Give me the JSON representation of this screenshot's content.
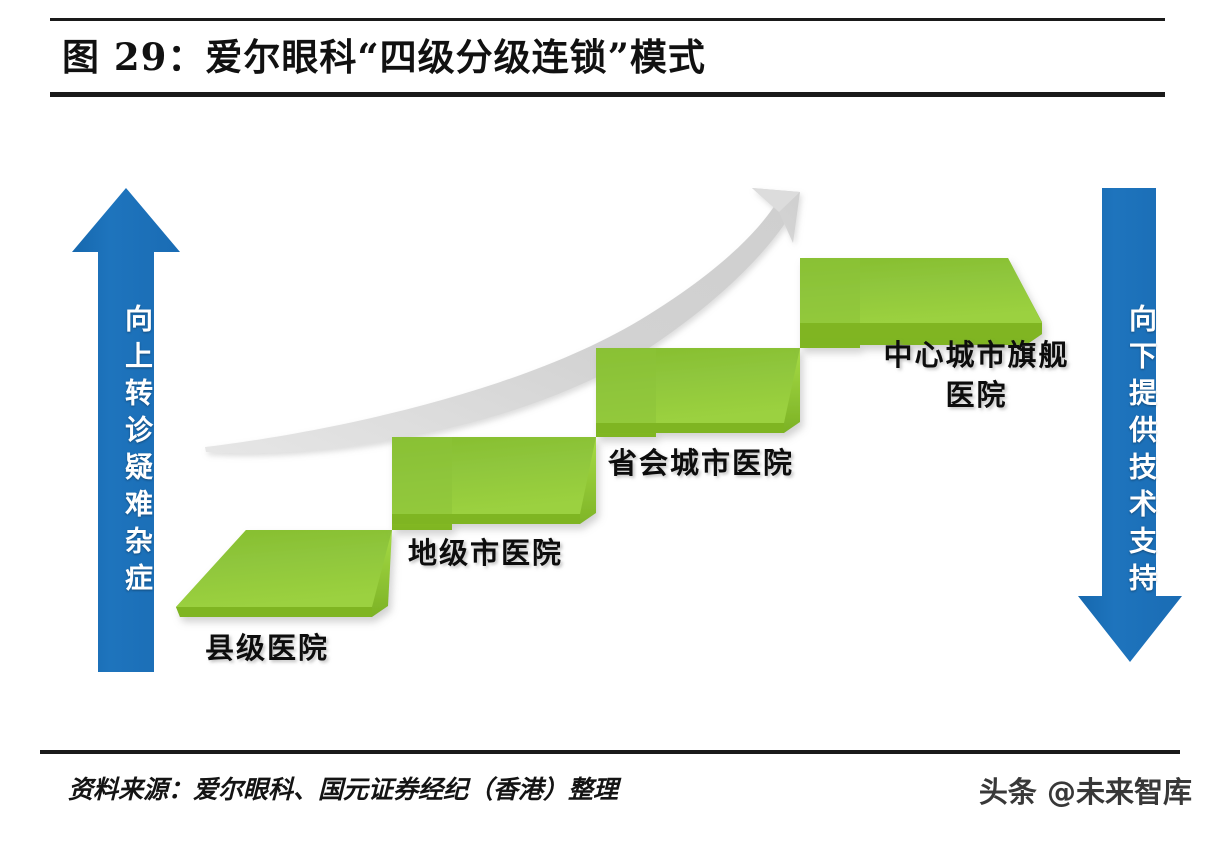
{
  "figure": {
    "title": "图 29：爱尔眼科“四级分级连锁”模式",
    "source": "资料来源：爱尔眼科、国元证券经纪（香港）整理",
    "watermark": "头条 @未来智库"
  },
  "colors": {
    "arrow_blue": "#1C6FB8",
    "arrow_blue_dark": "#145A9A",
    "step_green_top": "#8DC63F",
    "step_green_top_dark": "#76AE28",
    "step_green_face": "#9ACD32",
    "step_green_side": "#6FA81F",
    "growth_arrow_gray": "#D3D3D3",
    "rule_black": "#1A1A1A",
    "label_text": "#0D0D0D",
    "arrow_label_text": "#FFFFFF"
  },
  "left_arrow": {
    "name": "upward-referral-arrow",
    "direction": "up",
    "label": "向上转诊疑难杂症"
  },
  "right_arrow": {
    "name": "downward-support-arrow",
    "direction": "down",
    "label": "向下提供技术支持"
  },
  "growth_arrow": {
    "name": "growth-curve-arrow",
    "direction": "up-right",
    "label": ""
  },
  "chart_data": {
    "type": "bar",
    "title": "图 29：爱尔眼科“四级分级连锁”模式",
    "subtitle": "",
    "xlabel": "",
    "ylabel": "",
    "categories": [
      "县级医院",
      "地级市医院",
      "省会城市医院",
      "中心城市旗舰医院"
    ],
    "values": [
      1,
      2,
      3,
      4
    ],
    "ylim": [
      0,
      4
    ],
    "grid": false,
    "legend": "none",
    "annotations": [
      "向上转诊疑难杂症",
      "向下提供技术支持"
    ]
  },
  "steps": [
    {
      "index": 0,
      "label": "县级医院",
      "tier": 1
    },
    {
      "index": 1,
      "label": "地级市医院",
      "tier": 2
    },
    {
      "index": 2,
      "label": "省会城市医院",
      "tier": 3
    },
    {
      "index": 3,
      "label": "中心城市旗舰\n医院",
      "tier": 4
    }
  ]
}
